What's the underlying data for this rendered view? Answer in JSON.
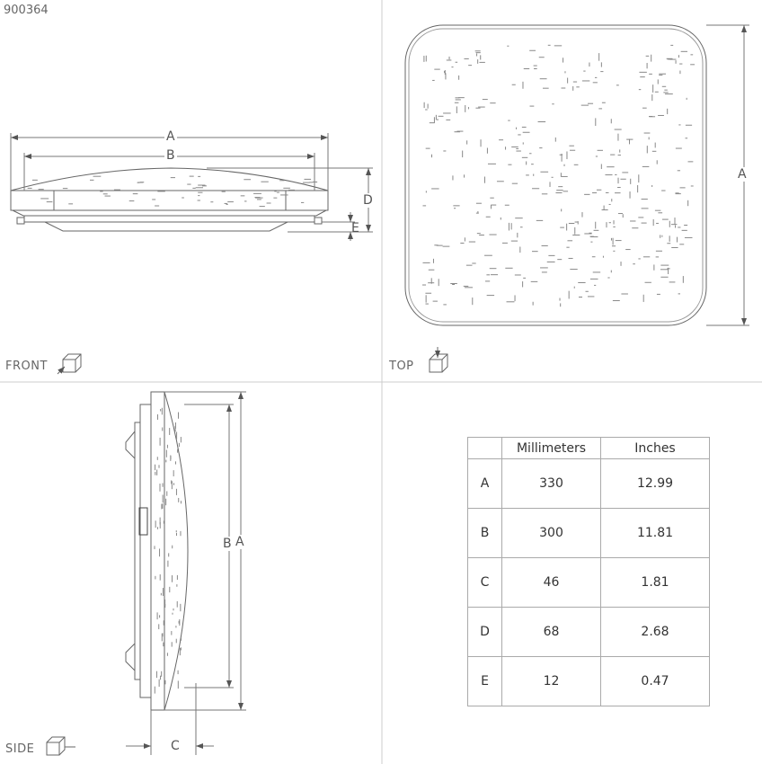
{
  "product_code": "900364",
  "views": {
    "front": {
      "label": "FRONT",
      "dims": [
        "A",
        "B",
        "D",
        "E"
      ]
    },
    "top": {
      "label": "TOP",
      "dims": [
        "A"
      ]
    },
    "side": {
      "label": "SIDE",
      "dims": [
        "B",
        "A",
        "C"
      ]
    }
  },
  "table": {
    "headers": [
      "",
      "Millimeters",
      "Inches"
    ],
    "rows": [
      {
        "dim": "A",
        "mm": "330",
        "in": "12.99"
      },
      {
        "dim": "B",
        "mm": "300",
        "in": "11.81"
      },
      {
        "dim": "C",
        "mm": "46",
        "in": "1.81"
      },
      {
        "dim": "D",
        "mm": "68",
        "in": "2.68"
      },
      {
        "dim": "E",
        "mm": "12",
        "in": "0.47"
      }
    ]
  },
  "colors": {
    "line": "#555555",
    "dimension": "#777777",
    "divider": "#cccccc"
  }
}
